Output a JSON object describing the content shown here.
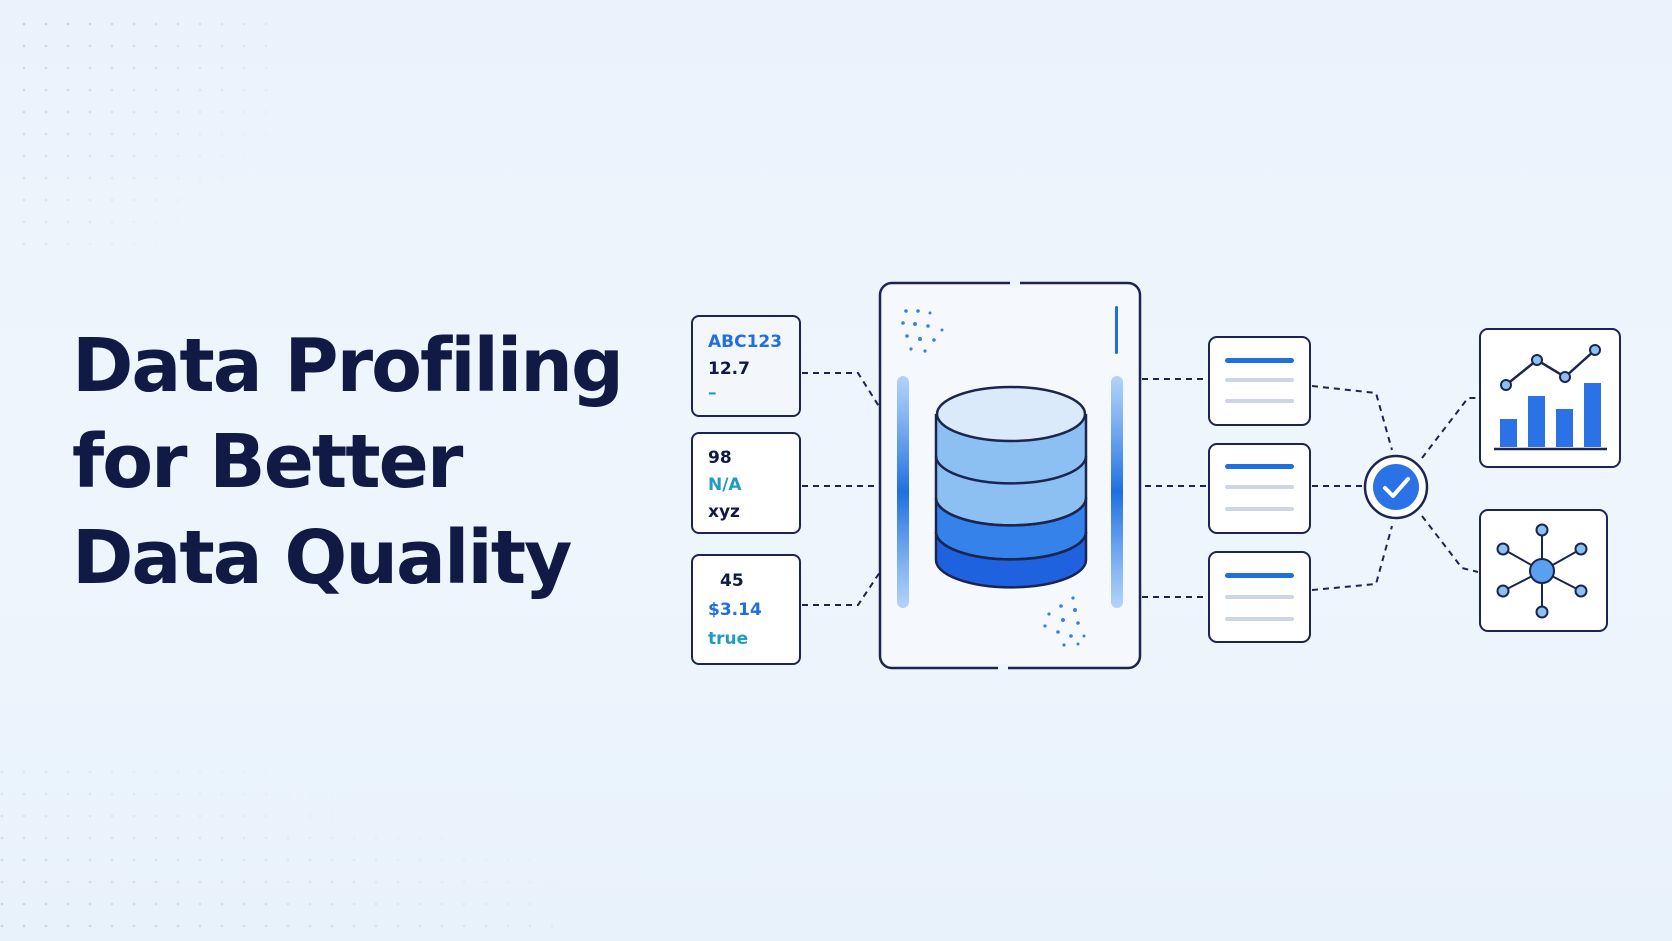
{
  "title": {
    "line1": "Data Profiling",
    "line2": "for Better",
    "line3": "Data Quality"
  },
  "source_cards": [
    {
      "values": [
        "ABC123",
        "12.7",
        "–"
      ]
    },
    {
      "values": [
        "98",
        "N/A",
        "xyz"
      ]
    },
    {
      "values": [
        "45",
        "$3.14",
        "true"
      ]
    }
  ],
  "colors": {
    "background": "#eaf3fc",
    "title": "#101a45",
    "outline": "#101a45",
    "accent_blue": "#1f6fe0",
    "teal": "#1f9bc4",
    "light_blue": "#9cc8f4"
  },
  "icons": {
    "center": "database-icon",
    "validation": "check-icon",
    "outputs": [
      "bar-line-chart-icon",
      "network-graph-icon"
    ],
    "reports": [
      "document-lines-icon",
      "document-lines-icon",
      "document-lines-icon"
    ]
  }
}
